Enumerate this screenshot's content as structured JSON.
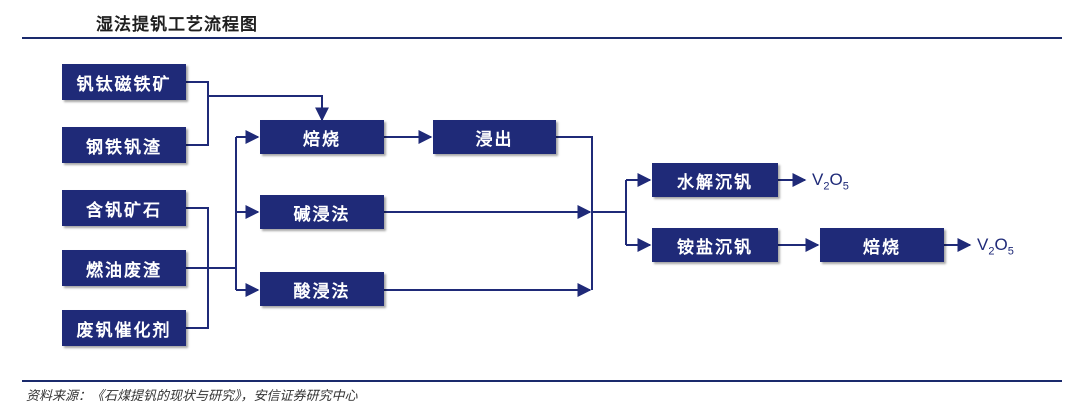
{
  "title": "湿法提钒工艺流程图",
  "raw_materials": {
    "vt_magnetite": "钒钛磁铁矿",
    "steel_vanadium_slag": "钢铁钒渣",
    "vanadium_ore": "含钒矿石",
    "fuel_oil_slag": "燃油废渣",
    "spent_catalyst": "废钒催化剂"
  },
  "processes": {
    "roasting": "焙烧",
    "leaching": "浸出",
    "alkali_leaching": "碱浸法",
    "acid_leaching": "酸浸法",
    "hydrolysis_precipitation": "水解沉钒",
    "ammonium_precipitation": "铵盐沉钒",
    "final_roasting": "焙烧"
  },
  "products": {
    "hydrolysis": {
      "v": "V",
      "v_sub": "2",
      "o": "O",
      "o_sub": "5"
    },
    "final": {
      "v": "V",
      "v_sub": "2",
      "o": "O",
      "o_sub": "5"
    }
  },
  "source": "资料来源：《石煤提钒的现状与研究》，安信证券研究中心",
  "colors": {
    "box": "#1f2a78",
    "rule": "#1a2a6c",
    "arrow": "#1f2a78"
  }
}
